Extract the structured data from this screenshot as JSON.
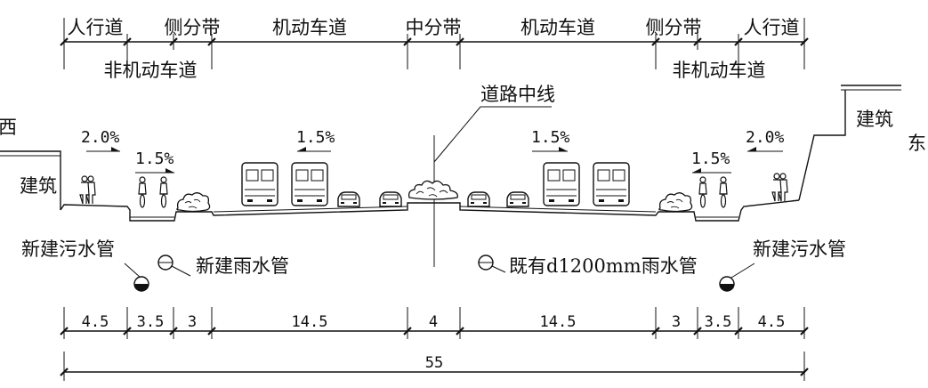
{
  "top_labels": {
    "sidewalk_left": "人行道",
    "side_strip_left": "侧分带",
    "motor_lane_left": "机动车道",
    "median": "中分带",
    "motor_lane_right": "机动车道",
    "side_strip_right": "侧分带",
    "sidewalk_right": "人行道",
    "nonmotor_left": "非机动车道",
    "nonmotor_right": "非机动车道"
  },
  "annotations": {
    "centerline": "道路中线",
    "building_left": "建筑",
    "building_right": "建筑",
    "west": "西",
    "east": "东",
    "sewer_left": "新建污水管",
    "sewer_right": "新建污水管",
    "rain_new": "新建雨水管",
    "rain_existing": "既有d1200mm雨水管"
  },
  "slopes": {
    "left_sidewalk": "2.0%",
    "left_bike": "1.5%",
    "left_motor": "1.5%",
    "right_motor": "1.5%",
    "right_bike": "1.5%",
    "right_sidewalk": "2.0%"
  },
  "dimensions": {
    "segments": [
      "4.5",
      "3.5",
      "3",
      "14.5",
      "4",
      "14.5",
      "3",
      "3.5",
      "4.5"
    ],
    "total": "55"
  }
}
